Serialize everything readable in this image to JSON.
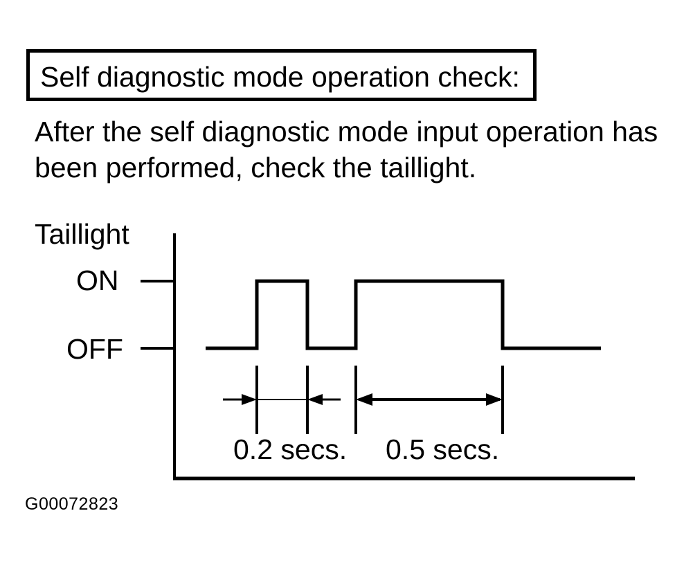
{
  "page": {
    "background_color": "#ffffff",
    "ink_color": "#000000"
  },
  "title_box": {
    "text": "Self diagnostic mode operation check:"
  },
  "paragraph": {
    "lines": [
      "After the self diagnostic mode input operation has",
      "been performed, check the taillight."
    ]
  },
  "diagram": {
    "signal_label": "Taillight",
    "on_label": "ON",
    "off_label": "OFF",
    "interval_labels": {
      "short": "0.2 secs.",
      "long": "0.5 secs."
    }
  },
  "figure_code": "G00072823",
  "chart_data": {
    "type": "line",
    "title": "Taillight self diagnostic timing waveform",
    "ylabel": "Taillight",
    "y_states": [
      "OFF",
      "ON"
    ],
    "segments": [
      {
        "state": "OFF",
        "labeled_duration_secs": null
      },
      {
        "state": "ON",
        "labeled_duration_secs": 0.2
      },
      {
        "state": "OFF",
        "labeled_duration_secs": null
      },
      {
        "state": "ON",
        "labeled_duration_secs": 0.5
      },
      {
        "state": "OFF",
        "labeled_duration_secs": null
      }
    ],
    "annotations": [
      "0.2 secs.",
      "0.5 secs."
    ],
    "grid": false,
    "legend": false
  }
}
